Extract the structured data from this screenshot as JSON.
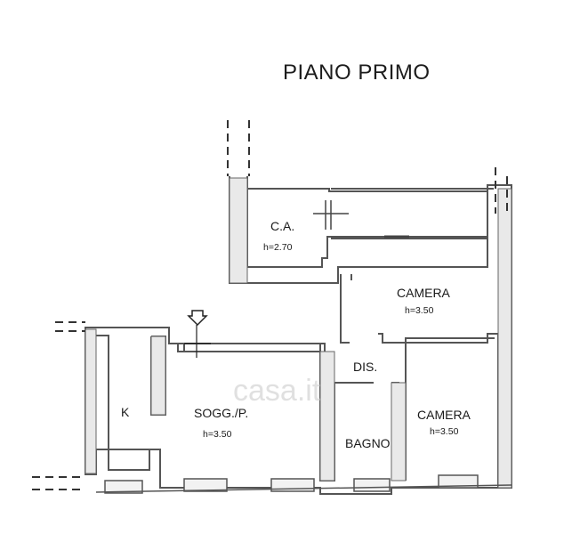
{
  "title": "PIANO PRIMO",
  "rooms": [
    {
      "name": "C.A.",
      "height": "h=2.70"
    },
    {
      "name": "CAMERA",
      "height": "h=3.50"
    },
    {
      "name": "DIS."
    },
    {
      "name": "K"
    },
    {
      "name": "SOGG./P.",
      "height": "h=3.50"
    },
    {
      "name": "BAGNO"
    },
    {
      "name": "CAMERA",
      "height": "h=3.50"
    }
  ],
  "watermark": "casa.it",
  "colors": {
    "wall": "#6d6d6d",
    "ink": "#1a1a1a",
    "watermark": "#c8c8c8"
  }
}
